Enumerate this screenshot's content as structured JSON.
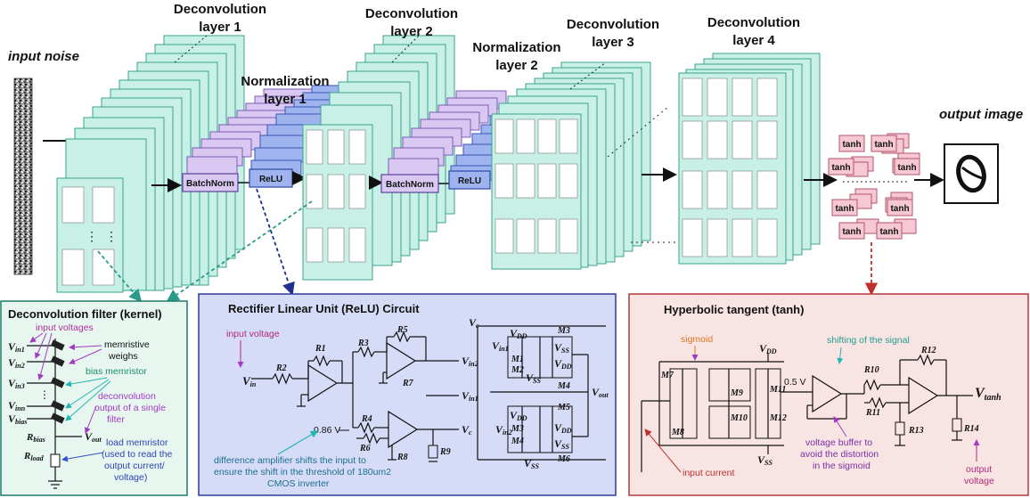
{
  "labels": {
    "input_noise": "input noise",
    "output_image": "output image",
    "deconv1": [
      "Deconvolution",
      "layer 1"
    ],
    "deconv2": [
      "Deconvolution",
      "layer 2"
    ],
    "deconv3": [
      "Deconvolution",
      "layer 3"
    ],
    "deconv4": [
      "Deconvolution",
      "layer 4"
    ],
    "norm1": [
      "Normalization",
      "layer 1"
    ],
    "norm2": [
      "Normalization",
      "layer 2"
    ],
    "batchnorm": "BatchNorm",
    "relu": "ReLU",
    "tanh": "tanh"
  },
  "filter_panel": {
    "title": "Deconvolution filter (kernel)",
    "input_voltages": "input voltages",
    "memristive": [
      "memristive",
      "weighs"
    ],
    "bias_memristor": "bias memristor",
    "deconv_output": [
      "deconvolution",
      "output of a single",
      "filter"
    ],
    "load_memristor": [
      "load memristor",
      "(used to read the",
      "output current/",
      "voltage)"
    ],
    "v_in1": "V",
    "s_in1": "in1",
    "v_in2": "V",
    "s_in2": "in2",
    "v_in3": "V",
    "s_in3": "in3",
    "v_inn": "V",
    "s_inn": "inn",
    "v_bias": "V",
    "s_bias": "bias",
    "r_bias": "R",
    "s_rbias": "bias",
    "v_out": "V",
    "s_out": "out",
    "r_load": "R",
    "s_rload": "load"
  },
  "relu_panel": {
    "title": "Rectifier Linear Unit (ReLU) Circuit",
    "input_voltage": "input voltage",
    "vin": "V",
    "s_vin": "in",
    "r2": "R2",
    "r1": "R1",
    "r3": "R3",
    "r5": "R5",
    "r7": "R7",
    "r4": "R4",
    "r6": "R6",
    "r8": "R8",
    "r9": "R9",
    "vin2": "V",
    "s_vin2": "in2",
    "vin1": "V",
    "s_vin1": "in1",
    "vc": "V",
    "s_vc": "c",
    "bias": "0.86 V",
    "vdd": "V",
    "s_vdd": "DD",
    "vss": "V",
    "s_vss": "SS",
    "vout": "V",
    "s_vout": "out",
    "m1": "M1",
    "m2": "M2",
    "m3": "M3",
    "m4": "M4",
    "m5": "M5",
    "m6": "M6",
    "note": [
      "difference amplifier shifts the input to",
      "ensure the shift in the threshold of 180um2",
      "CMOS inverter"
    ]
  },
  "tanh_panel": {
    "title": "Hyperbolic tangent (tanh)",
    "sigmoid": "sigmoid",
    "shifting": "shifting of the signal",
    "vdd": "V",
    "s_vdd": "DD",
    "vss": "V",
    "s_vss": "SS",
    "half_v": "0.5 V",
    "r10": "R10",
    "r11": "R11",
    "r12": "R12",
    "r13": "R13",
    "r14": "R14",
    "m7": "M7",
    "m8": "M8",
    "m9": "M9",
    "m10": "M10",
    "m11": "M11",
    "m12": "M12",
    "vtanh": "V",
    "s_vtanh": "tanh",
    "voltage_buffer": [
      "voltage buffer to",
      "avoid the distortion",
      "in the sigmoid"
    ],
    "input_current": "input current",
    "output_voltage": [
      "output",
      "voltage"
    ]
  },
  "colors": {
    "layer_fill": "#c8f0e6",
    "layer_stroke": "#3aa58d",
    "norm_fill": "#d9c8f2",
    "relu_fill": "#9fb4ee",
    "tanh_fill": "#f6c8d4",
    "filter_panel_bg": "#e7f6ef",
    "relu_panel_bg": "#d6dcf7",
    "tanh_panel_bg": "#f9e4e4"
  }
}
